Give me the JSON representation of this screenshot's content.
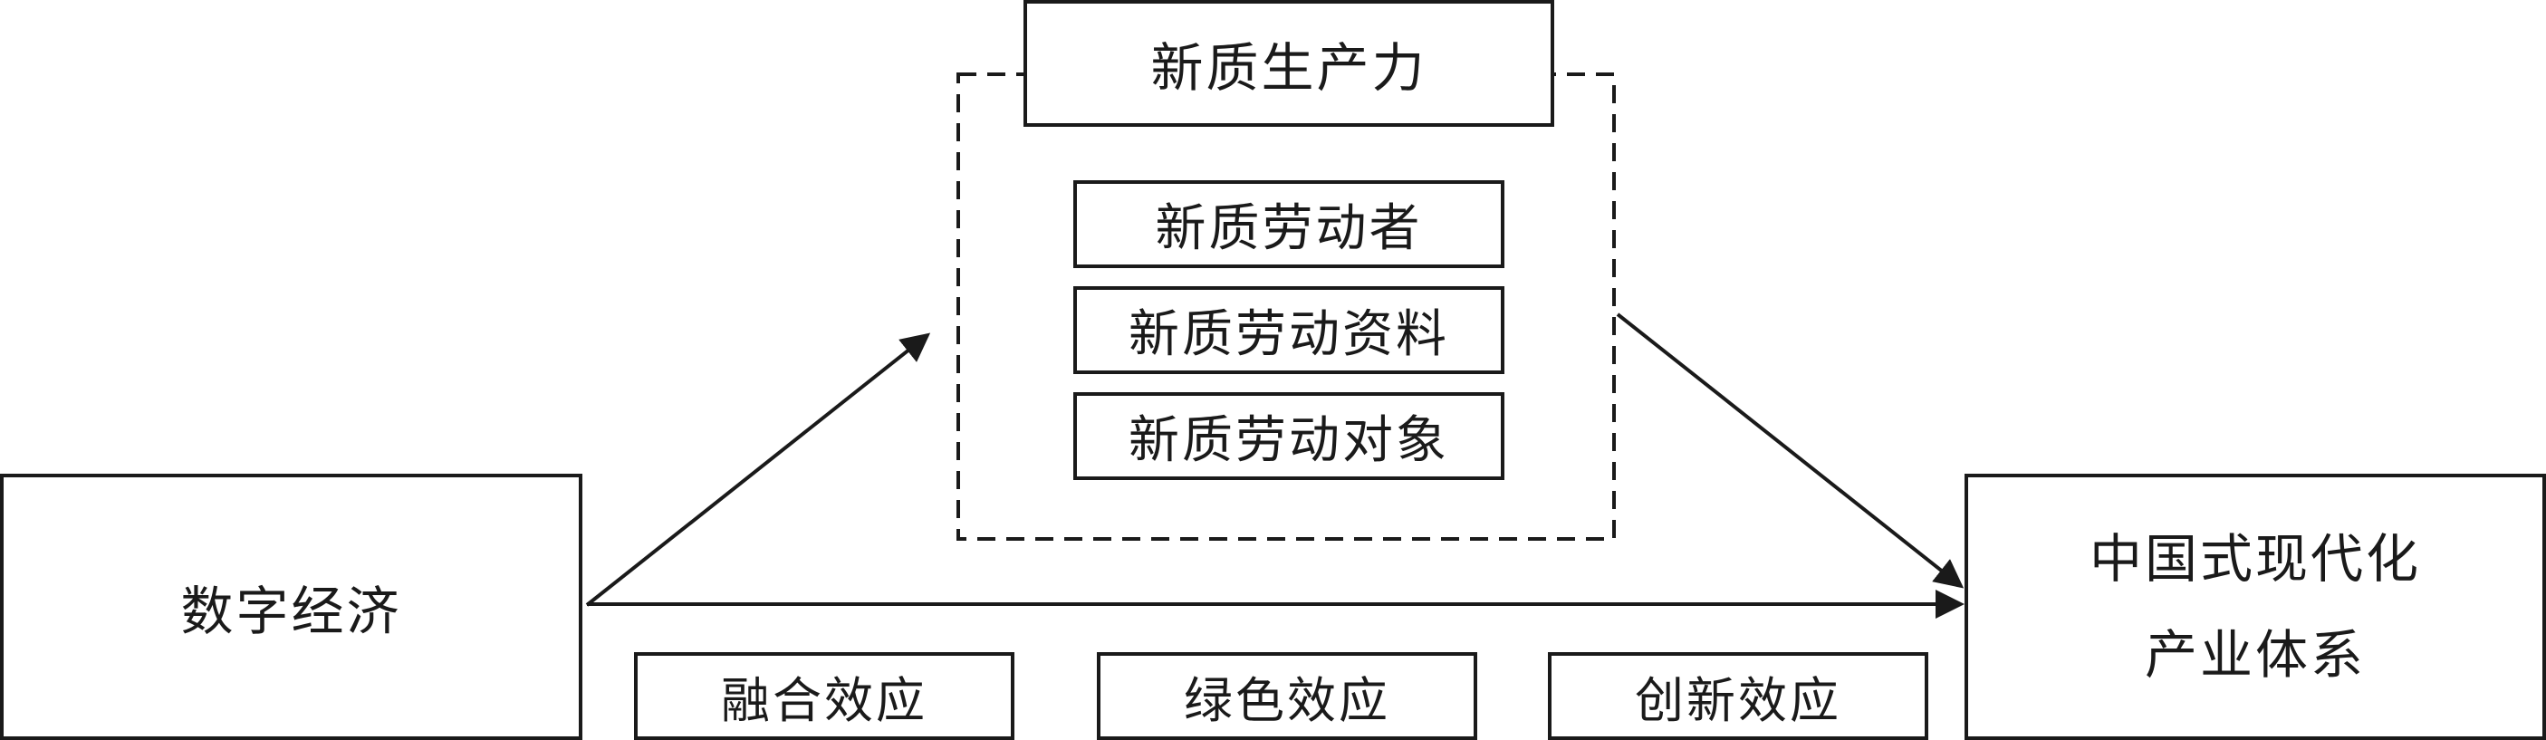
{
  "diagram": {
    "nodes": {
      "digital_economy": "数字经济",
      "new_productive_forces": "新质生产力",
      "new_laborers": "新质劳动者",
      "new_means_of_labor": "新质劳动资料",
      "new_objects_of_labor": "新质劳动对象",
      "target_line1": "中国式现代化",
      "target_line2": "产业体系"
    },
    "effects": [
      "融合效应",
      "绿色效应",
      "创新效应"
    ],
    "edges": [
      {
        "from": "digital_economy",
        "to": "new_productive_forces"
      },
      {
        "from": "new_productive_forces",
        "to": "modern_industrial_system"
      },
      {
        "from": "digital_economy",
        "to": "modern_industrial_system"
      }
    ],
    "colors": {
      "stroke": "#1a1a1a",
      "background": "#ffffff"
    }
  }
}
